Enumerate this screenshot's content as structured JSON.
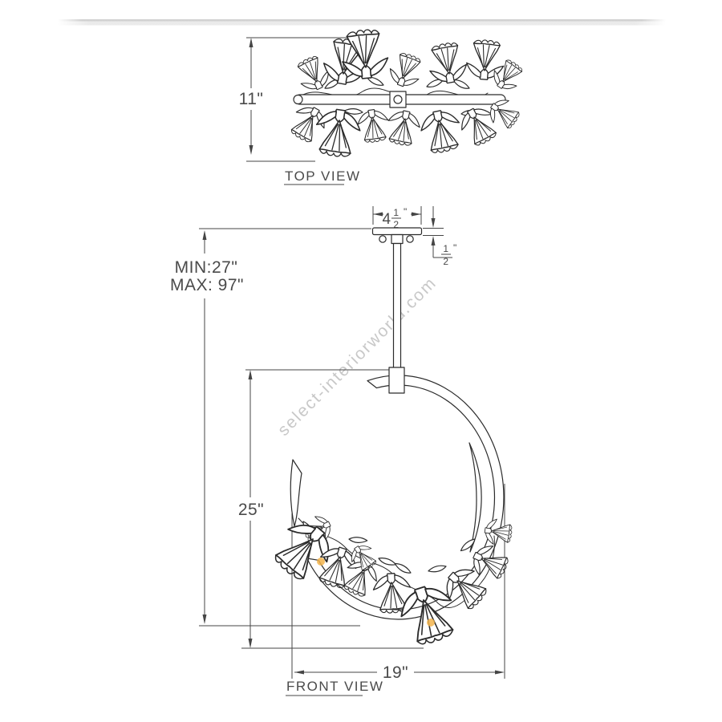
{
  "watermark": {
    "text": "select-interiorworld.com",
    "color": "#c8c8c8"
  },
  "colors": {
    "line": "#2b2b2b",
    "dim_text": "#4a4a4a",
    "bulb_glow": "#f2b44e",
    "divider": "#cfcfcf"
  },
  "top_view": {
    "label": "TOP VIEW",
    "depth_dim": "11\""
  },
  "front_view": {
    "label": "FRONT VIEW",
    "hang_min": "MIN:27\"",
    "hang_max": "MAX: 97\"",
    "canopy_width_whole": "4",
    "canopy_width_frac_num": "1",
    "canopy_width_frac_den": "2",
    "canopy_width_unit": "\"",
    "canopy_height_frac_num": "1",
    "canopy_height_frac_den": "2",
    "canopy_height_unit": "\"",
    "ring_height_dim": "25\"",
    "overall_width_dim": "19\""
  }
}
